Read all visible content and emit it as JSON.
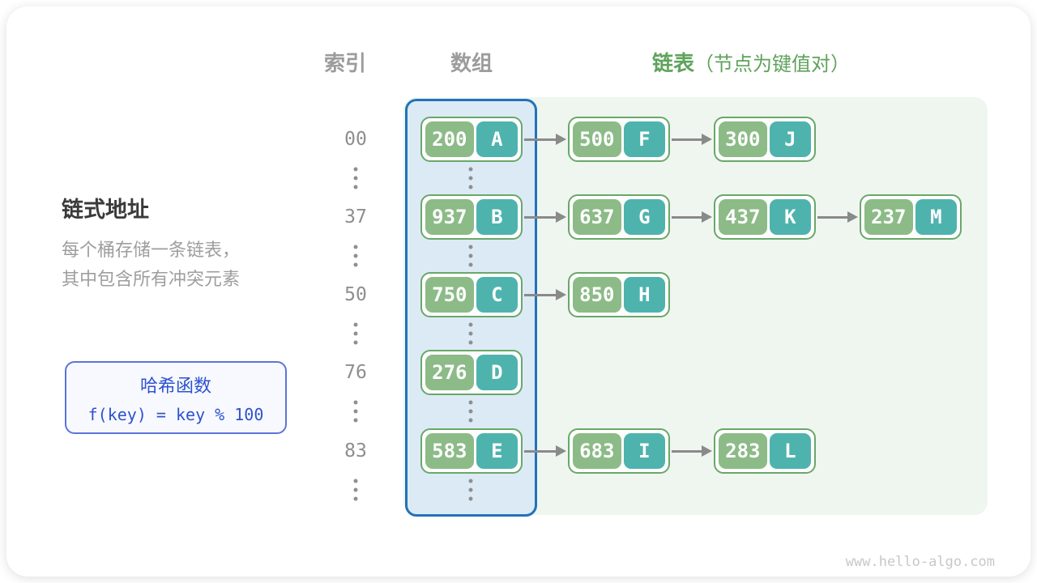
{
  "header": {
    "index_label": "索引",
    "array_label": "数组",
    "list_label": "链表",
    "list_note": "（节点为键值对）"
  },
  "left_panel": {
    "title": "链式地址",
    "desc_line1": "每个桶存储一条链表，",
    "desc_line2": "其中包含所有冲突元素"
  },
  "hash_box": {
    "title": "哈希函数",
    "formula": "f(key) = key % 100"
  },
  "watermark": "www.hello-algo.com",
  "colors": {
    "key_green": "#8cbb87",
    "value_teal": "#4fb3ad",
    "node_border": "#69a869",
    "array_fill": "#dceaf6",
    "array_border": "#2273b8",
    "list_area_fill": "#eff6ef",
    "list_header_green": "#5fa35c",
    "header_gray": "#9c9c9c",
    "hash_text_blue": "#2f52d0",
    "hash_border_blue": "#5b74d8",
    "arrow_gray": "#8a8a8a"
  },
  "rows": [
    {
      "index": "00",
      "bucket": {
        "key": "200",
        "value": "A"
      },
      "chain": [
        {
          "key": "500",
          "value": "F"
        },
        {
          "key": "300",
          "value": "J"
        }
      ]
    },
    {
      "index": "37",
      "bucket": {
        "key": "937",
        "value": "B"
      },
      "chain": [
        {
          "key": "637",
          "value": "G"
        },
        {
          "key": "437",
          "value": "K"
        },
        {
          "key": "237",
          "value": "M"
        }
      ]
    },
    {
      "index": "50",
      "bucket": {
        "key": "750",
        "value": "C"
      },
      "chain": [
        {
          "key": "850",
          "value": "H"
        }
      ]
    },
    {
      "index": "76",
      "bucket": {
        "key": "276",
        "value": "D"
      },
      "chain": []
    },
    {
      "index": "83",
      "bucket": {
        "key": "583",
        "value": "E"
      },
      "chain": [
        {
          "key": "683",
          "value": "I"
        },
        {
          "key": "283",
          "value": "L"
        }
      ]
    }
  ]
}
